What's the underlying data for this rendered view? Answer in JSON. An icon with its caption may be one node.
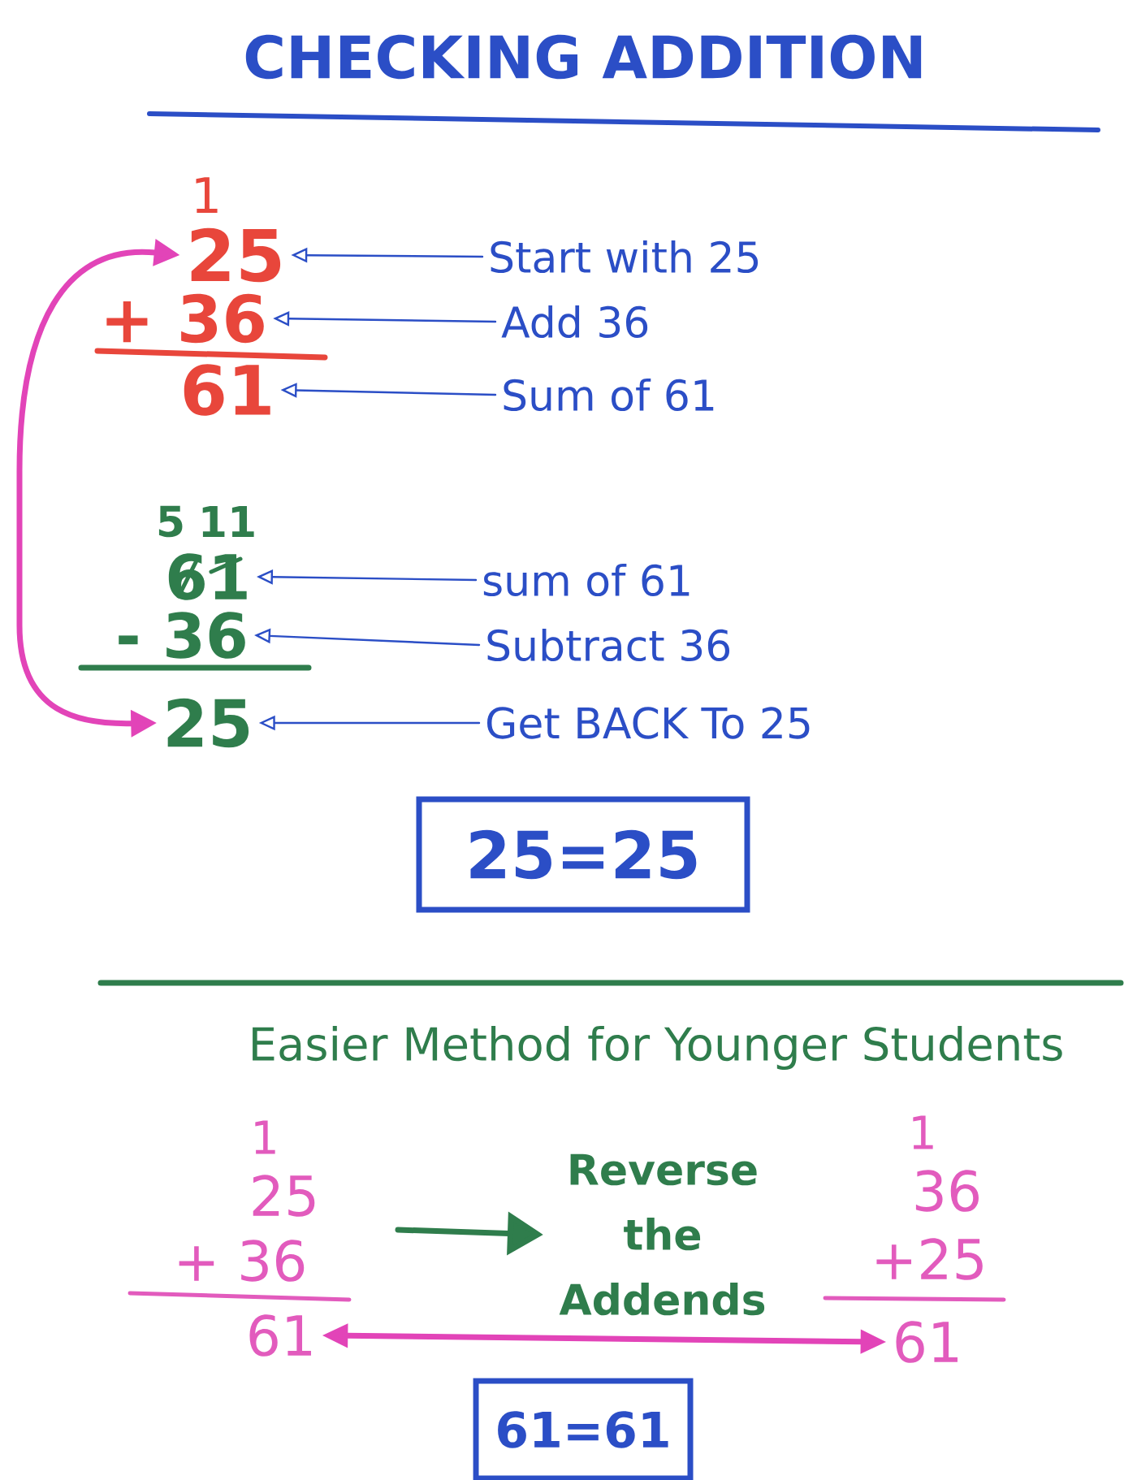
{
  "diagram": {
    "title": "CHECKING ADDITION",
    "nodes": [
      {
        "text": [
          "25"
        ]
      },
      {
        "text": [
          "Start with 25"
        ]
      },
      {
        "text": [
          "+ 36"
        ]
      },
      {
        "text": [
          "Add 36"
        ]
      },
      {
        "text": [
          "61"
        ]
      },
      {
        "text": [
          "Sum of 61"
        ]
      },
      {
        "text": [
          "61"
        ]
      },
      {
        "text": [
          "sum of 61"
        ]
      },
      {
        "text": [
          "- 36"
        ]
      },
      {
        "text": [
          "Subtract 36"
        ]
      },
      {
        "text": [
          "25"
        ]
      },
      {
        "text": [
          "Get BACK To 25"
        ]
      },
      {
        "text": [
          "25=25"
        ]
      },
      {
        "text": [
          "Reverse the Addends"
        ]
      },
      {
        "text": [
          "61"
        ]
      },
      {
        "text": [
          "61"
        ]
      },
      {
        "text": [
          "61=61"
        ]
      }
    ],
    "edges": [
      {
        "from": 1,
        "to": 0,
        "arrow": "to"
      },
      {
        "from": 3,
        "to": 2,
        "arrow": "to"
      },
      {
        "from": 5,
        "to": 4,
        "arrow": "to"
      },
      {
        "from": 7,
        "to": 6,
        "arrow": "to"
      },
      {
        "from": 9,
        "to": 8,
        "arrow": "to"
      },
      {
        "from": 11,
        "to": 10,
        "arrow": "to"
      },
      {
        "from": 0,
        "to": 10,
        "arrow": "both",
        "style": "thick",
        "color": "#e244b8"
      },
      {
        "from": null,
        "to": 13,
        "arrow": "to",
        "style": "thick",
        "color": "#2f7d4c"
      },
      {
        "from": 14,
        "to": 15,
        "arrow": "both",
        "style": "thick",
        "color": "#e244b8"
      }
    ],
    "labels": [
      "1",
      "5",
      "11",
      "Easier Method for Younger Students",
      "1",
      "25",
      "+ 36",
      "1",
      "36",
      "+25"
    ]
  }
}
